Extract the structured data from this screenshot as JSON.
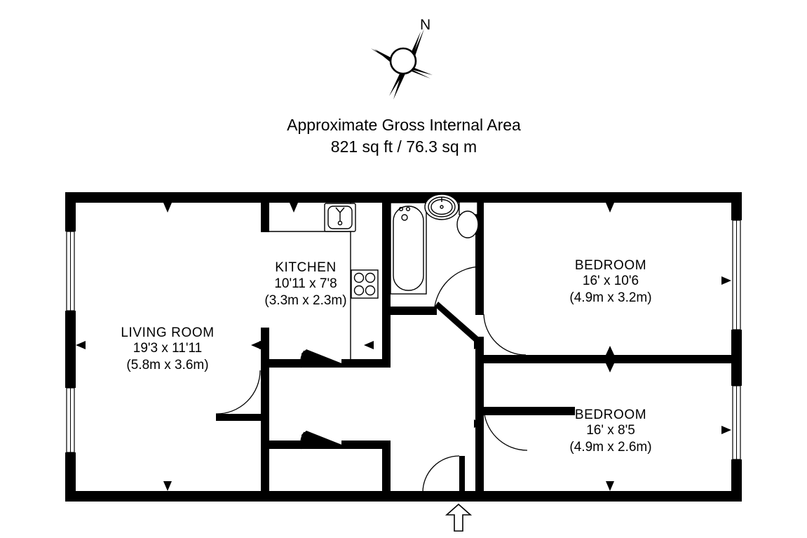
{
  "document": {
    "type": "floor-plan",
    "background_color": "#ffffff",
    "line_color": "#000000"
  },
  "compass": {
    "label": "N",
    "icon": "compass-rose-icon"
  },
  "area_note": {
    "line1": "Approximate Gross Internal Area",
    "line2": "821 sq ft / 76.3 sq m"
  },
  "rooms": [
    {
      "key": "living_room",
      "name": "LIVING ROOM",
      "dim_imperial": "19'3 x 11'11",
      "dim_metric": "(5.8m x 3.6m)"
    },
    {
      "key": "kitchen",
      "name": "KITCHEN",
      "dim_imperial": "10'11 x 7'8",
      "dim_metric": "(3.3m x 2.3m)"
    },
    {
      "key": "bedroom_1",
      "name": "BEDROOM",
      "dim_imperial": "16' x 10'6",
      "dim_metric": "(4.9m x 3.2m)"
    },
    {
      "key": "bedroom_2",
      "name": "BEDROOM",
      "dim_imperial": "16' x 8'5",
      "dim_metric": "(4.9m x 2.6m)"
    }
  ],
  "fixtures": [
    {
      "key": "kitchen_sink",
      "icon": "sink-icon"
    },
    {
      "key": "kitchen_hob",
      "icon": "hob-icon"
    },
    {
      "key": "bath",
      "icon": "bathtub-icon"
    },
    {
      "key": "wash_basin",
      "icon": "wash-basin-icon"
    },
    {
      "key": "toilet",
      "icon": "toilet-icon"
    }
  ],
  "entrance": {
    "icon": "entrance-arrow-icon"
  }
}
